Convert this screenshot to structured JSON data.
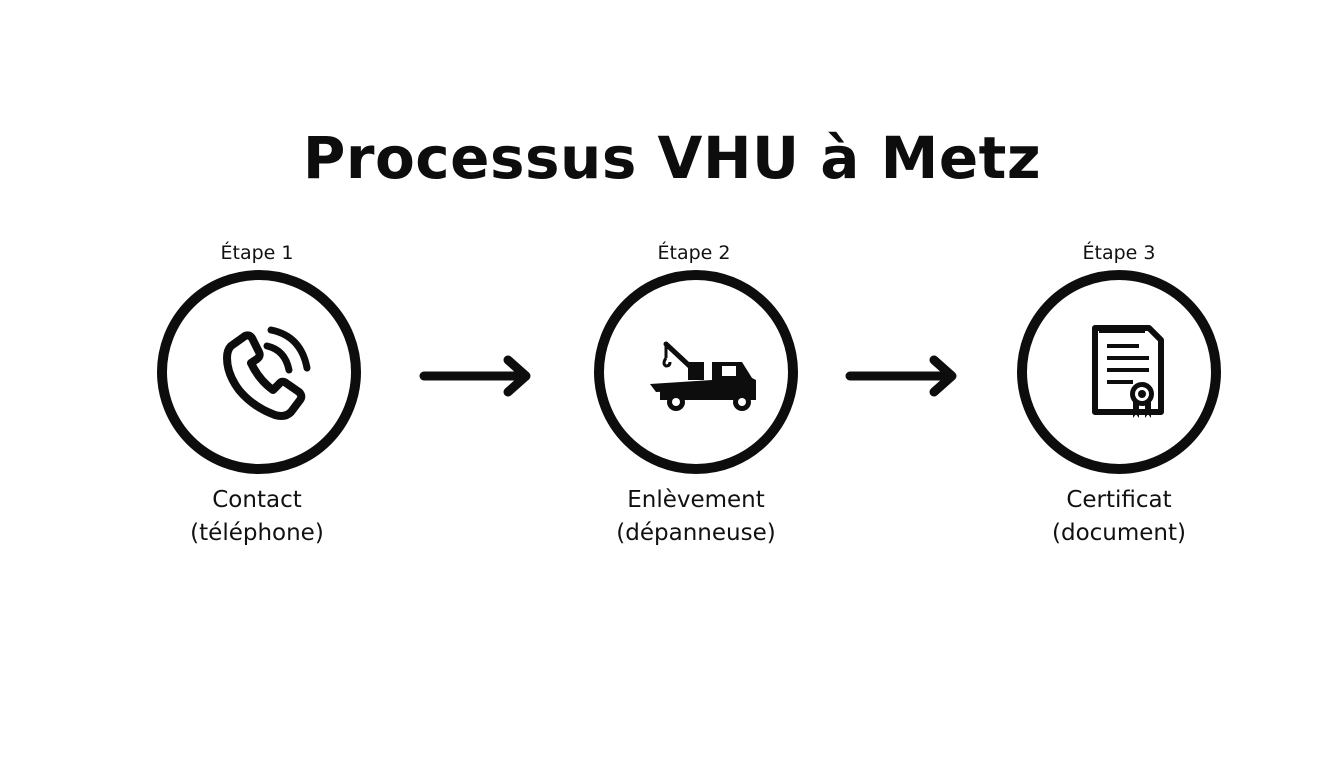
{
  "title": "Processus VHU à Metz",
  "steps": [
    {
      "label": "Étape 1",
      "icon": "phone-icon",
      "caption_line1": "Contact",
      "caption_line2": "(téléphone)"
    },
    {
      "label": "Étape 2",
      "icon": "tow-truck-icon",
      "caption_line1": "Enlèvement",
      "caption_line2": "(dépanneuse)"
    },
    {
      "label": "Étape 3",
      "icon": "certificate-icon",
      "caption_line1": "Certificat",
      "caption_line2": "(document)"
    }
  ],
  "colors": {
    "ink": "#0d0d0d",
    "background": "#ffffff"
  }
}
